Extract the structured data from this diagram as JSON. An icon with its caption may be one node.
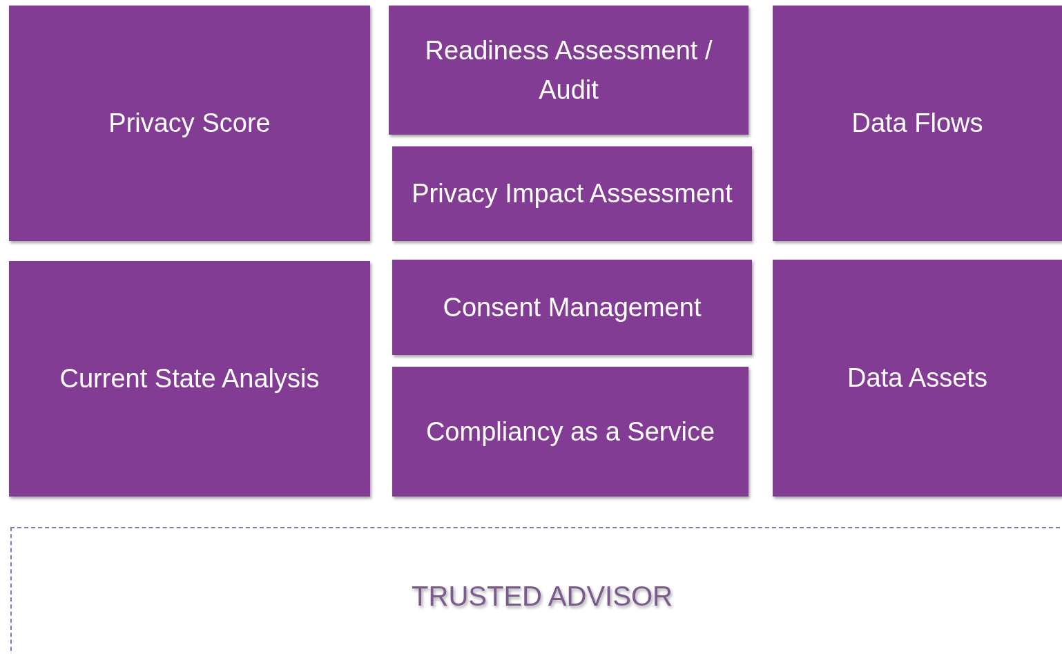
{
  "diagram": {
    "nodes": [
      {
        "text": [
          "Privacy Score"
        ]
      },
      {
        "text": [
          "Readiness Assessment / Audit"
        ]
      },
      {
        "text": [
          "Privacy Impact Assessment"
        ]
      },
      {
        "text": [
          "Data Flows"
        ]
      },
      {
        "text": [
          "Current State Analysis"
        ]
      },
      {
        "text": [
          "Consent Management"
        ]
      },
      {
        "text": [
          "Compliancy as a Service"
        ]
      },
      {
        "text": [
          "Data Assets"
        ]
      },
      {
        "text": [
          "TRUSTED ADVISOR"
        ]
      }
    ]
  }
}
